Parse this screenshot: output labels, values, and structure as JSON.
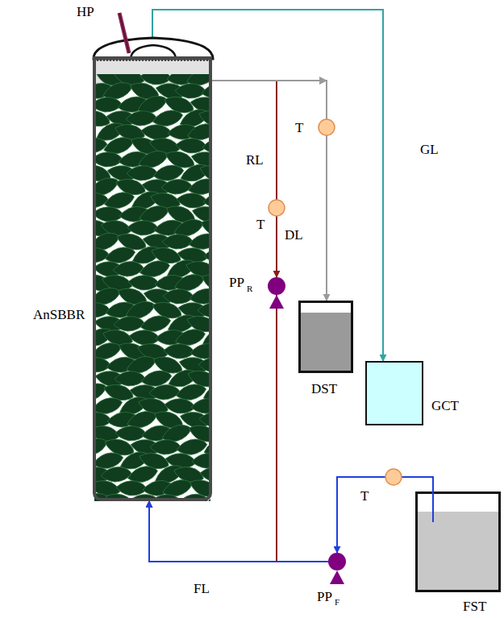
{
  "diagram": {
    "nodes": [
      {
        "text": [
          "AnSBBR"
        ]
      },
      {
        "text": [
          "PP",
          "R"
        ]
      },
      {
        "text": [
          "DST"
        ]
      },
      {
        "text": [
          "GCT"
        ]
      },
      {
        "text": [
          "FST"
        ]
      },
      {
        "text": [
          "PP",
          "F"
        ]
      }
    ],
    "edges": [
      {
        "from": 0,
        "to": 3,
        "arrow": "to",
        "label": "GL"
      },
      {
        "from": 0,
        "to": 1,
        "arrow": "to",
        "label": "RL"
      },
      {
        "from": 0,
        "to": 2,
        "arrow": "to",
        "label": "DL"
      },
      {
        "from": 1,
        "to": 0,
        "arrow": "to"
      },
      {
        "from": 4,
        "to": 5,
        "arrow": "to"
      },
      {
        "from": 5,
        "to": 0,
        "arrow": "to",
        "label": "FL"
      }
    ],
    "labels": [
      "HP",
      "T",
      "T",
      "T"
    ]
  }
}
